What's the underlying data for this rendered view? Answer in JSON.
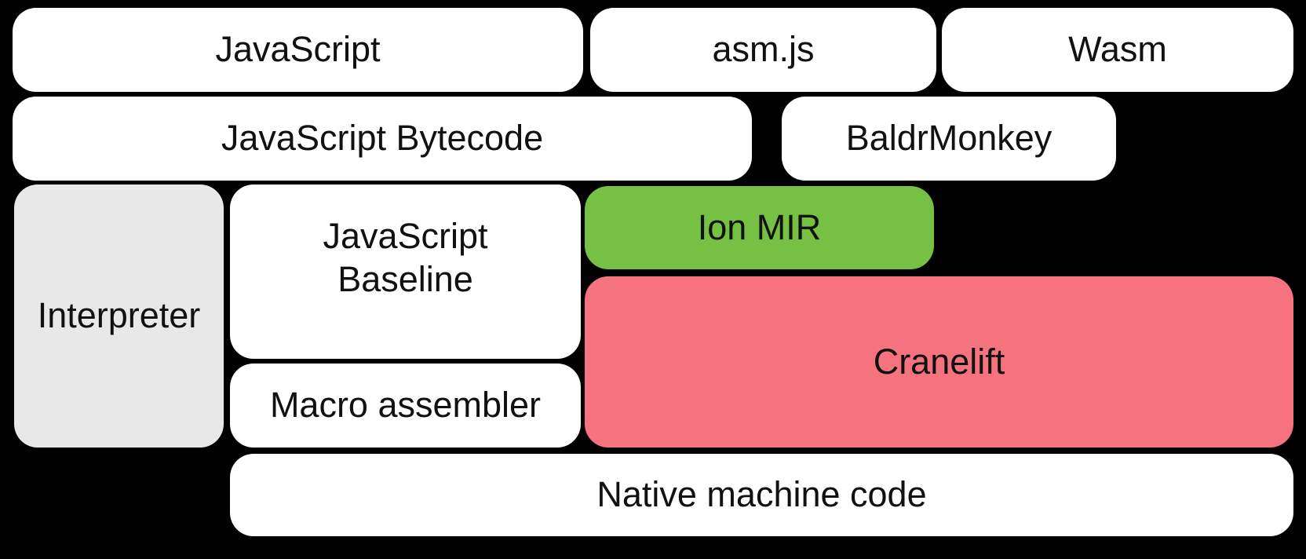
{
  "diagram": {
    "background_color": "#000000",
    "text_color": "#111111",
    "node_colors": {
      "default": "#ffffff",
      "interpreter": "#e8e8e8",
      "ion_mir": "#76c043",
      "cranelift": "#f4737f"
    },
    "nodes": [
      {
        "id": "javascript",
        "label": "JavaScript",
        "color": "#ffffff"
      },
      {
        "id": "asm-js",
        "label": "asm.js",
        "color": "#ffffff"
      },
      {
        "id": "wasm",
        "label": "Wasm",
        "color": "#ffffff"
      },
      {
        "id": "javascript-bytecode",
        "label": "JavaScript Bytecode",
        "color": "#ffffff"
      },
      {
        "id": "baldrmonkey",
        "label": "BaldrMonkey",
        "color": "#ffffff"
      },
      {
        "id": "interpreter",
        "label": "Interpreter",
        "color": "#e8e8e8"
      },
      {
        "id": "javascript-baseline",
        "label": "JavaScript\nBaseline",
        "color": "#ffffff"
      },
      {
        "id": "ion-mir",
        "label": "Ion MIR",
        "color": "#76c043"
      },
      {
        "id": "cranelift",
        "label": "Cranelift",
        "color": "#f4737f"
      },
      {
        "id": "macro-assembler",
        "label": "Macro assembler",
        "color": "#ffffff"
      },
      {
        "id": "native-machine-code",
        "label": "Native machine code",
        "color": "#ffffff"
      }
    ]
  }
}
